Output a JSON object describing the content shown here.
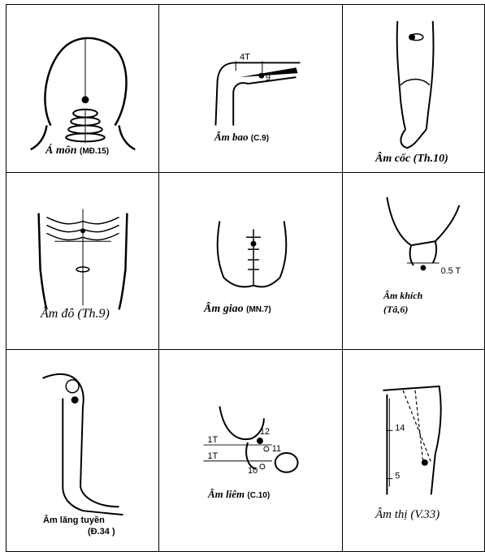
{
  "points": [
    {
      "name": "Á môn",
      "code": "(MĐ.15)"
    },
    {
      "name": "Âm bao",
      "code": "(C.9)"
    },
    {
      "name": "Âm cốc (Th.10)",
      "code": ""
    },
    {
      "name": "Âm đô (Th.9)",
      "code": ""
    },
    {
      "name": "Âm giao",
      "code": "(MN.7)"
    },
    {
      "name": "Âm khích",
      "code": "(Tâ,6)"
    },
    {
      "name": "Âm lăng tuyền",
      "code": "(Đ.34 )"
    },
    {
      "name": "Âm liêm",
      "code": "(C.10)"
    },
    {
      "name": "Âm thị (V.33)",
      "code": ""
    }
  ],
  "labels": {
    "am_bao_measure": "4T",
    "am_bao_num": "9",
    "am_khich_measure": "0.5 T",
    "am_liem_12": "12",
    "am_liem_11": "11",
    "am_liem_10": "10",
    "am_liem_1t_a": "1T",
    "am_liem_1t_b": "1T",
    "am_thi_14": "14",
    "am_thi_5": "5"
  }
}
